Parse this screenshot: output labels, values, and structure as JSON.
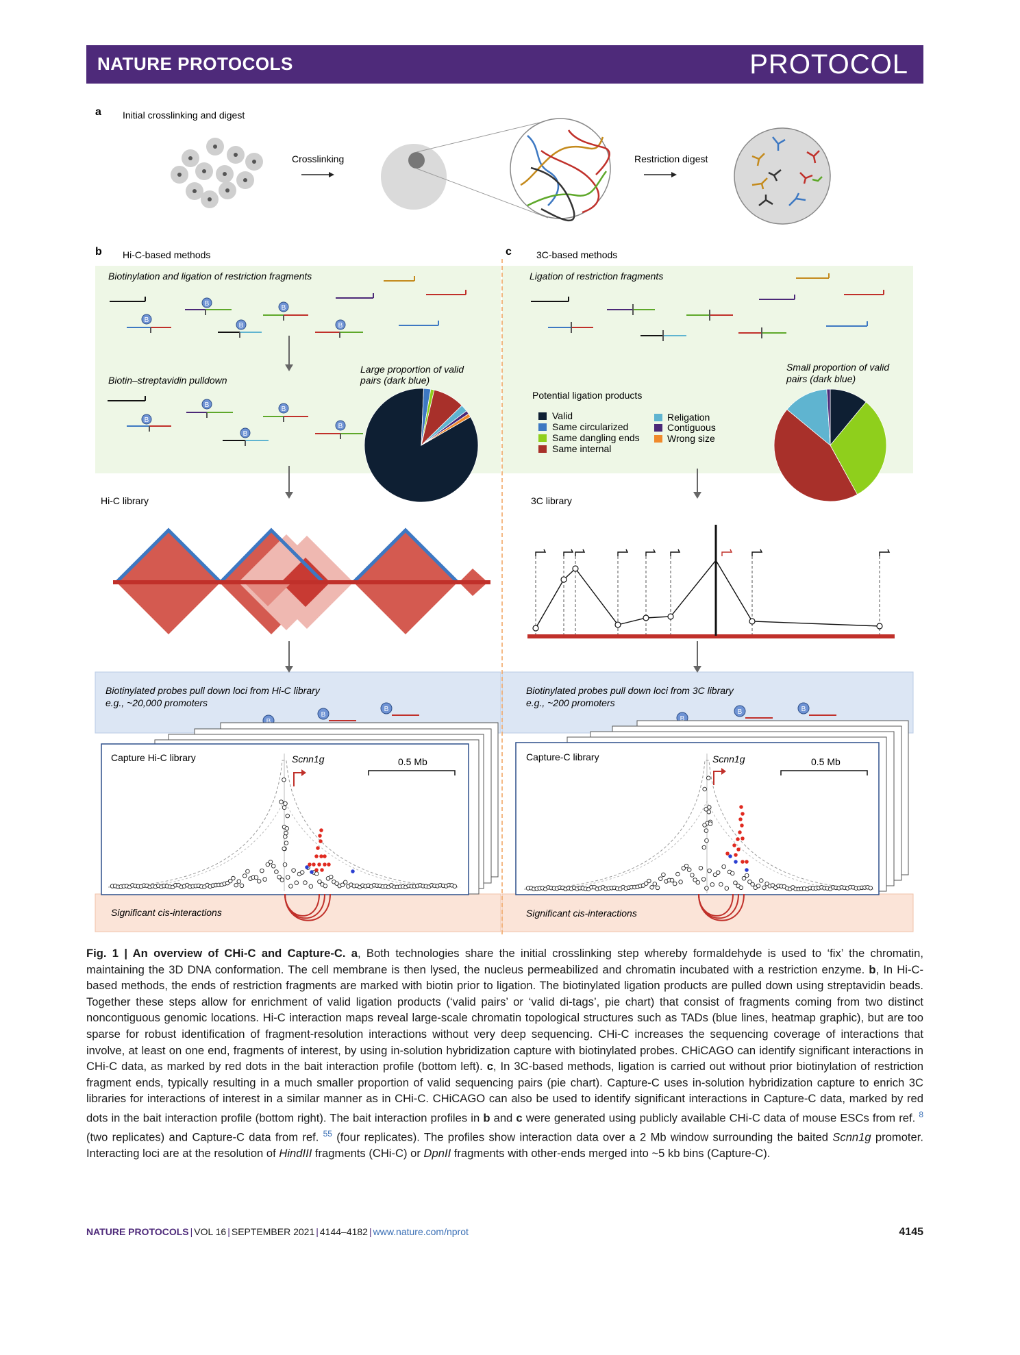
{
  "header": {
    "journal": "NATURE PROTOCOLS",
    "section": "PROTOCOL"
  },
  "panel_a": {
    "letter": "a",
    "title": "Initial crosslinking and digest",
    "crosslinking_label": "Crosslinking",
    "digest_label": "Restriction digest"
  },
  "panel_b": {
    "letter": "b",
    "title": "Hi-C-based methods",
    "step1": "Biotinylation and ligation of restriction fragments",
    "step2": "Biotin–streptavidin pulldown",
    "pie_note_line1": "Large proportion of valid",
    "pie_note_line2": "pairs (dark blue)",
    "library_label": "Hi-C library",
    "probes_line1": "Biotinylated probes pull down loci from Hi-C library",
    "probes_line2": "e.g., ~20,000 promoters",
    "capture_label": "Capture Hi-C library",
    "gene": "Scnn1g",
    "scale": "0.5 Mb",
    "cis_label": "Significant cis-interactions"
  },
  "panel_c": {
    "letter": "c",
    "title": "3C-based methods",
    "step1": "Ligation of restriction fragments",
    "legend_title": "Potential ligation products",
    "pie_note_line1": "Small proportion of valid",
    "pie_note_line2": "pairs (dark blue)",
    "library_label": "3C library",
    "probes_line1": "Biotinylated probes pull down loci from 3C library",
    "probes_line2": "e.g., ~200 promoters",
    "capture_label": "Capture-C library",
    "gene": "Scnn1g",
    "scale": "0.5 Mb",
    "cis_label": "Significant cis-interactions"
  },
  "biotin_mark": "B",
  "legend": [
    {
      "label": "Valid",
      "color": "#0e1f33"
    },
    {
      "label": "Same circularized",
      "color": "#3d78c2"
    },
    {
      "label": "Same dangling ends",
      "color": "#8fcf1c"
    },
    {
      "label": "Same internal",
      "color": "#a8302a"
    },
    {
      "label": "Religation",
      "color": "#5fb4d0"
    },
    {
      "label": "Contiguous",
      "color": "#4b2877"
    },
    {
      "label": "Wrong size",
      "color": "#f08a2c"
    }
  ],
  "chart_data": [
    {
      "type": "pie",
      "panel": "b",
      "labels": [
        "Valid",
        "Same circularized",
        "Same dangling ends",
        "Same internal",
        "Religation",
        "Contiguous",
        "Wrong size"
      ],
      "values": [
        0.84,
        0.02,
        0.01,
        0.09,
        0.02,
        0.01,
        0.01
      ]
    },
    {
      "type": "pie",
      "panel": "c",
      "labels": [
        "Valid",
        "Same dangling ends",
        "Same internal",
        "Religation",
        "Contiguous"
      ],
      "values": [
        0.11,
        0.31,
        0.44,
        0.13,
        0.01
      ]
    }
  ],
  "caption": {
    "label": "Fig. 1 | An overview of CHi-C and Capture-C.",
    "a_letter": "a",
    "a_text": ", Both technologies share the initial crosslinking step whereby formaldehyde is used to ‘fix’ the chromatin, maintaining the 3D DNA conformation. The cell membrane is then lysed, the nucleus permeabilized and chromatin incubated with a restriction enzyme. ",
    "b_letter": "b",
    "b_text": ", In Hi-C-based methods, the ends of restriction fragments are marked with biotin prior to ligation. The biotinylated ligation products are pulled down using streptavidin beads. Together these steps allow for enrichment of valid ligation products (‘valid pairs’ or ‘valid di-tags’, pie chart) that consist of fragments coming from two distinct noncontiguous genomic locations. Hi-C interaction maps reveal large-scale chromatin topological structures such as TADs (blue lines, heatmap graphic), but are too sparse for robust identification of fragment-resolution interactions without very deep sequencing. CHi-C increases the sequencing coverage of interactions that involve, at least on one end, fragments of interest, by using in-solution hybridization capture with biotinylated probes. CHiCAGO can identify significant interactions in CHi-C data, as marked by red dots in the bait interaction profile (bottom left). ",
    "c_letter": "c",
    "c_text": ", In 3C-based methods, ligation is carried out without prior biotinylation of restriction fragment ends, typically resulting in a much smaller proportion of valid sequencing pairs (pie chart). Capture-C uses in-solution hybridization capture to enrich 3C libraries for interactions of interest in a similar manner as in CHi-C. CHiCAGO can also be used to identify significant interactions in Capture-C data, marked by red dots in the bait interaction profile (bottom right). The bait interaction profiles in ",
    "and_b": "b",
    "and_word": " and ",
    "and_c": "c",
    "tail_1": " were generated using publicly available CHi-C data of mouse ESCs from ref. ",
    "ref1": "8",
    "tail_2": " (two replicates) and Capture-C data from ref. ",
    "ref2": "55",
    "tail_3": " (four replicates). The profiles show interaction data over a 2 Mb window surrounding the baited ",
    "gene_italic": "Scnn1g",
    "tail_4": " promoter. Interacting loci are at the resolution of ",
    "enzyme1": "HindIII",
    "tail_5": " fragments (CHi-C) or ",
    "enzyme2": "DpnII",
    "tail_6": " fragments with other-ends merged into ~5 kb bins (Capture-C)."
  },
  "footer": {
    "journal": "NATURE PROTOCOLS",
    "volume": "VOL 16",
    "date": "SEPTEMBER 2021",
    "pages": "4144–4182",
    "url": "www.nature.com/nprot",
    "page_number": "4145"
  }
}
